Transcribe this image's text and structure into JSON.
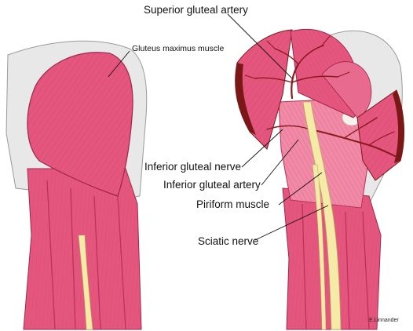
{
  "labels": {
    "superior_gluteal_artery": "Superior gluteal artery",
    "gluteus_maximus_muscle": "Gluteus maximus muscle",
    "inferior_gluteal_nerve": "Inferior gluteal nerve",
    "inferior_gluteal_artery": "Inferior gluteal artery",
    "piriform_muscle": "Piriform muscle",
    "sciatic_nerve": "Sciatic nerve",
    "credit": "E.Linnander"
  },
  "colors": {
    "muscle": "#e4567e",
    "muscle_light": "#f08aa6",
    "muscle_dark": "#b93058",
    "cut_edge": "#7a1818",
    "artery": "#8a1a1e",
    "nerve": "#f5eaa8",
    "bone": "#f2e4c4",
    "fascia": "#e6e6e6",
    "tendon_white": "#f8f2ee"
  }
}
